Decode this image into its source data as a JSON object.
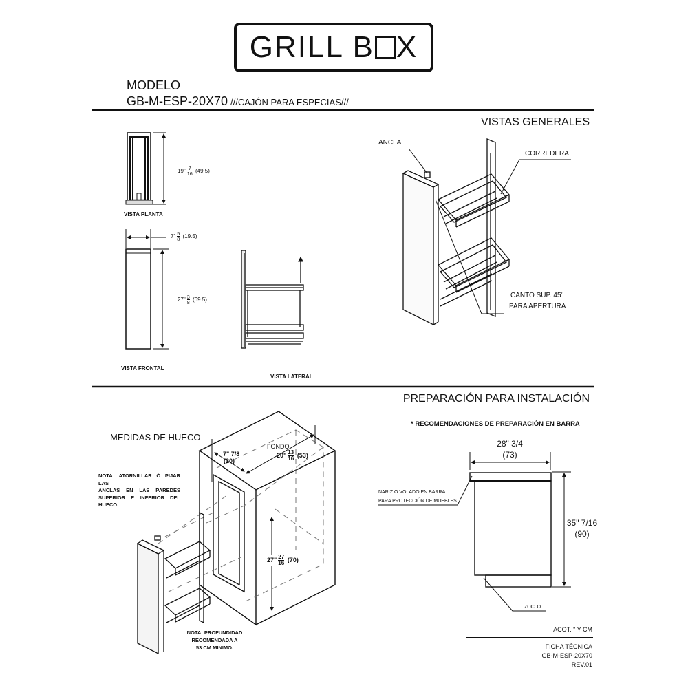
{
  "brand": {
    "logo_left": "GRILL B",
    "logo_right": "X"
  },
  "header": {
    "model_label": "MODELO",
    "model_code": "GB-M-ESP-20X70",
    "model_desc": "///CAJÓN PARA ESPECIAS///"
  },
  "general_views": {
    "title": "VISTAS GENERALES",
    "plan": {
      "label": "VISTA PLANTA",
      "dim_whole": "19\"",
      "dim_num": "7",
      "dim_den": "16",
      "dim_cm": "(49.5)"
    },
    "front": {
      "label": "VISTA FRONTAL",
      "width_whole": "7\"",
      "width_num": "5",
      "width_den": "8",
      "width_cm": "(19.5)",
      "height_whole": "27\"",
      "height_num": "3",
      "height_den": "8",
      "height_cm": "(69.5)"
    },
    "side": {
      "label": "VISTA LATERAL"
    },
    "iso": {
      "anchor": "ANCLA",
      "slide": "CORREDERA",
      "edge_1": "CANTO SUP. 45°",
      "edge_2": "PARA APERTURA"
    }
  },
  "installation": {
    "title": "PREPARACIÓN PARA INSTALACIÓN",
    "recommendation": "* RECOMENDACIONES DE PREPARACIÓN EN BARRA",
    "cavity": {
      "title": "MEDIDAS DE HUECO",
      "note_lines": [
        "NOTA:  ATORNILLAR Ó PIJAR LAS",
        "ANCLAS   EN   LAS   PAREDES",
        "SUPERIOR E INFERIOR DEL HUECO."
      ],
      "width_in": "7\" 7/8",
      "width_cm": "(20)",
      "depth_label": "FONDO",
      "depth_whole": "20\"",
      "depth_num": "13",
      "depth_den": "16",
      "depth_cm": "(53)",
      "height_whole": "27\"",
      "height_num": "27",
      "height_den": "16",
      "height_cm": "(70)",
      "depth_note": [
        "NOTA:  PROFUNDIDAD",
        "RECOMENDADA A",
        "53 CM MINIMO."
      ]
    },
    "bar": {
      "width_in": "28\" 3/4",
      "width_cm": "(73)",
      "height_in": "35\" 7/16",
      "height_cm": "(90)",
      "nose_1": "NARIZ O VOLADO EN BARRA",
      "nose_2": "PARA PROTECCIÓN DE MUEBLES",
      "plinth": "ZOCLO"
    }
  },
  "footer": {
    "units": "ACOT. \" Y CM",
    "sheet": "FICHA TÉCNICA",
    "code": "GB-M-ESP-20X70",
    "rev": "REV.01"
  }
}
